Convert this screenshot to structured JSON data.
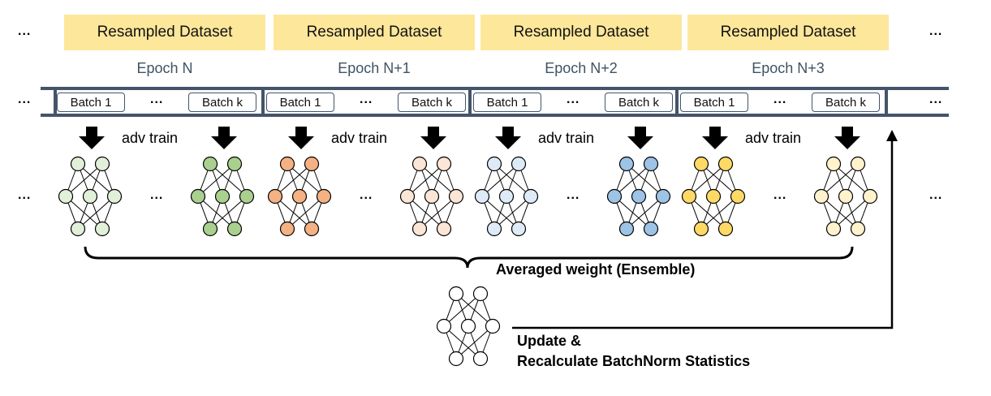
{
  "epochs": [
    {
      "dataset_label": "Resampled Dataset",
      "epoch_label": "Epoch N",
      "batch_first": "Batch 1",
      "batch_last": "Batch k",
      "adv_label": "adv train",
      "color_first": "#e2efd9",
      "color_last": "#a9d08e"
    },
    {
      "dataset_label": "Resampled Dataset",
      "epoch_label": "Epoch N+1",
      "batch_first": "Batch 1",
      "batch_last": "Batch k",
      "adv_label": "adv train",
      "color_first": "#f4b183",
      "color_last": "#fbe5d6"
    },
    {
      "dataset_label": "Resampled Dataset",
      "epoch_label": "Epoch N+2",
      "batch_first": "Batch 1",
      "batch_last": "Batch k",
      "adv_label": "adv train",
      "color_first": "#deebf7",
      "color_last": "#9dc3e6"
    },
    {
      "dataset_label": "Resampled Dataset",
      "epoch_label": "Epoch N+3",
      "batch_first": "Batch 1",
      "batch_last": "Batch k",
      "adv_label": "adv train",
      "color_first": "#ffd966",
      "color_last": "#fff2cc"
    }
  ],
  "ellipsis": "...",
  "ensemble_label": "Averaged weight (Ensemble)",
  "update_line1": "Update &",
  "update_line2": "Recalculate BatchNorm Statistics",
  "colors": {
    "timeline": "#44546a",
    "dataset_fill": "#fde79a",
    "arrow": "#000000"
  }
}
